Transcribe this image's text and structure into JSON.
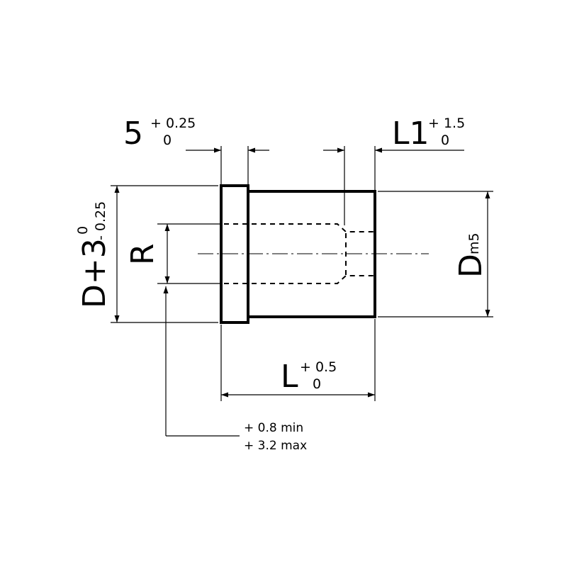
{
  "dimensions": {
    "flange_width": {
      "value": "5",
      "upper": "+ 0.25",
      "lower": "0"
    },
    "counterbore_depth": {
      "value": "L1",
      "upper": "+ 1.5",
      "lower": "0"
    },
    "flange_diameter": {
      "value": "D+3",
      "upper": "0",
      "lower": "- 0.25"
    },
    "bore": {
      "value": "R"
    },
    "outer_diameter": {
      "value": "D",
      "subscript": "m5"
    },
    "length": {
      "value": "L",
      "upper": "+ 0.5",
      "lower": "0"
    }
  },
  "note": {
    "line1": "+ 0.8 min",
    "line2": "+ 3.2 max"
  }
}
